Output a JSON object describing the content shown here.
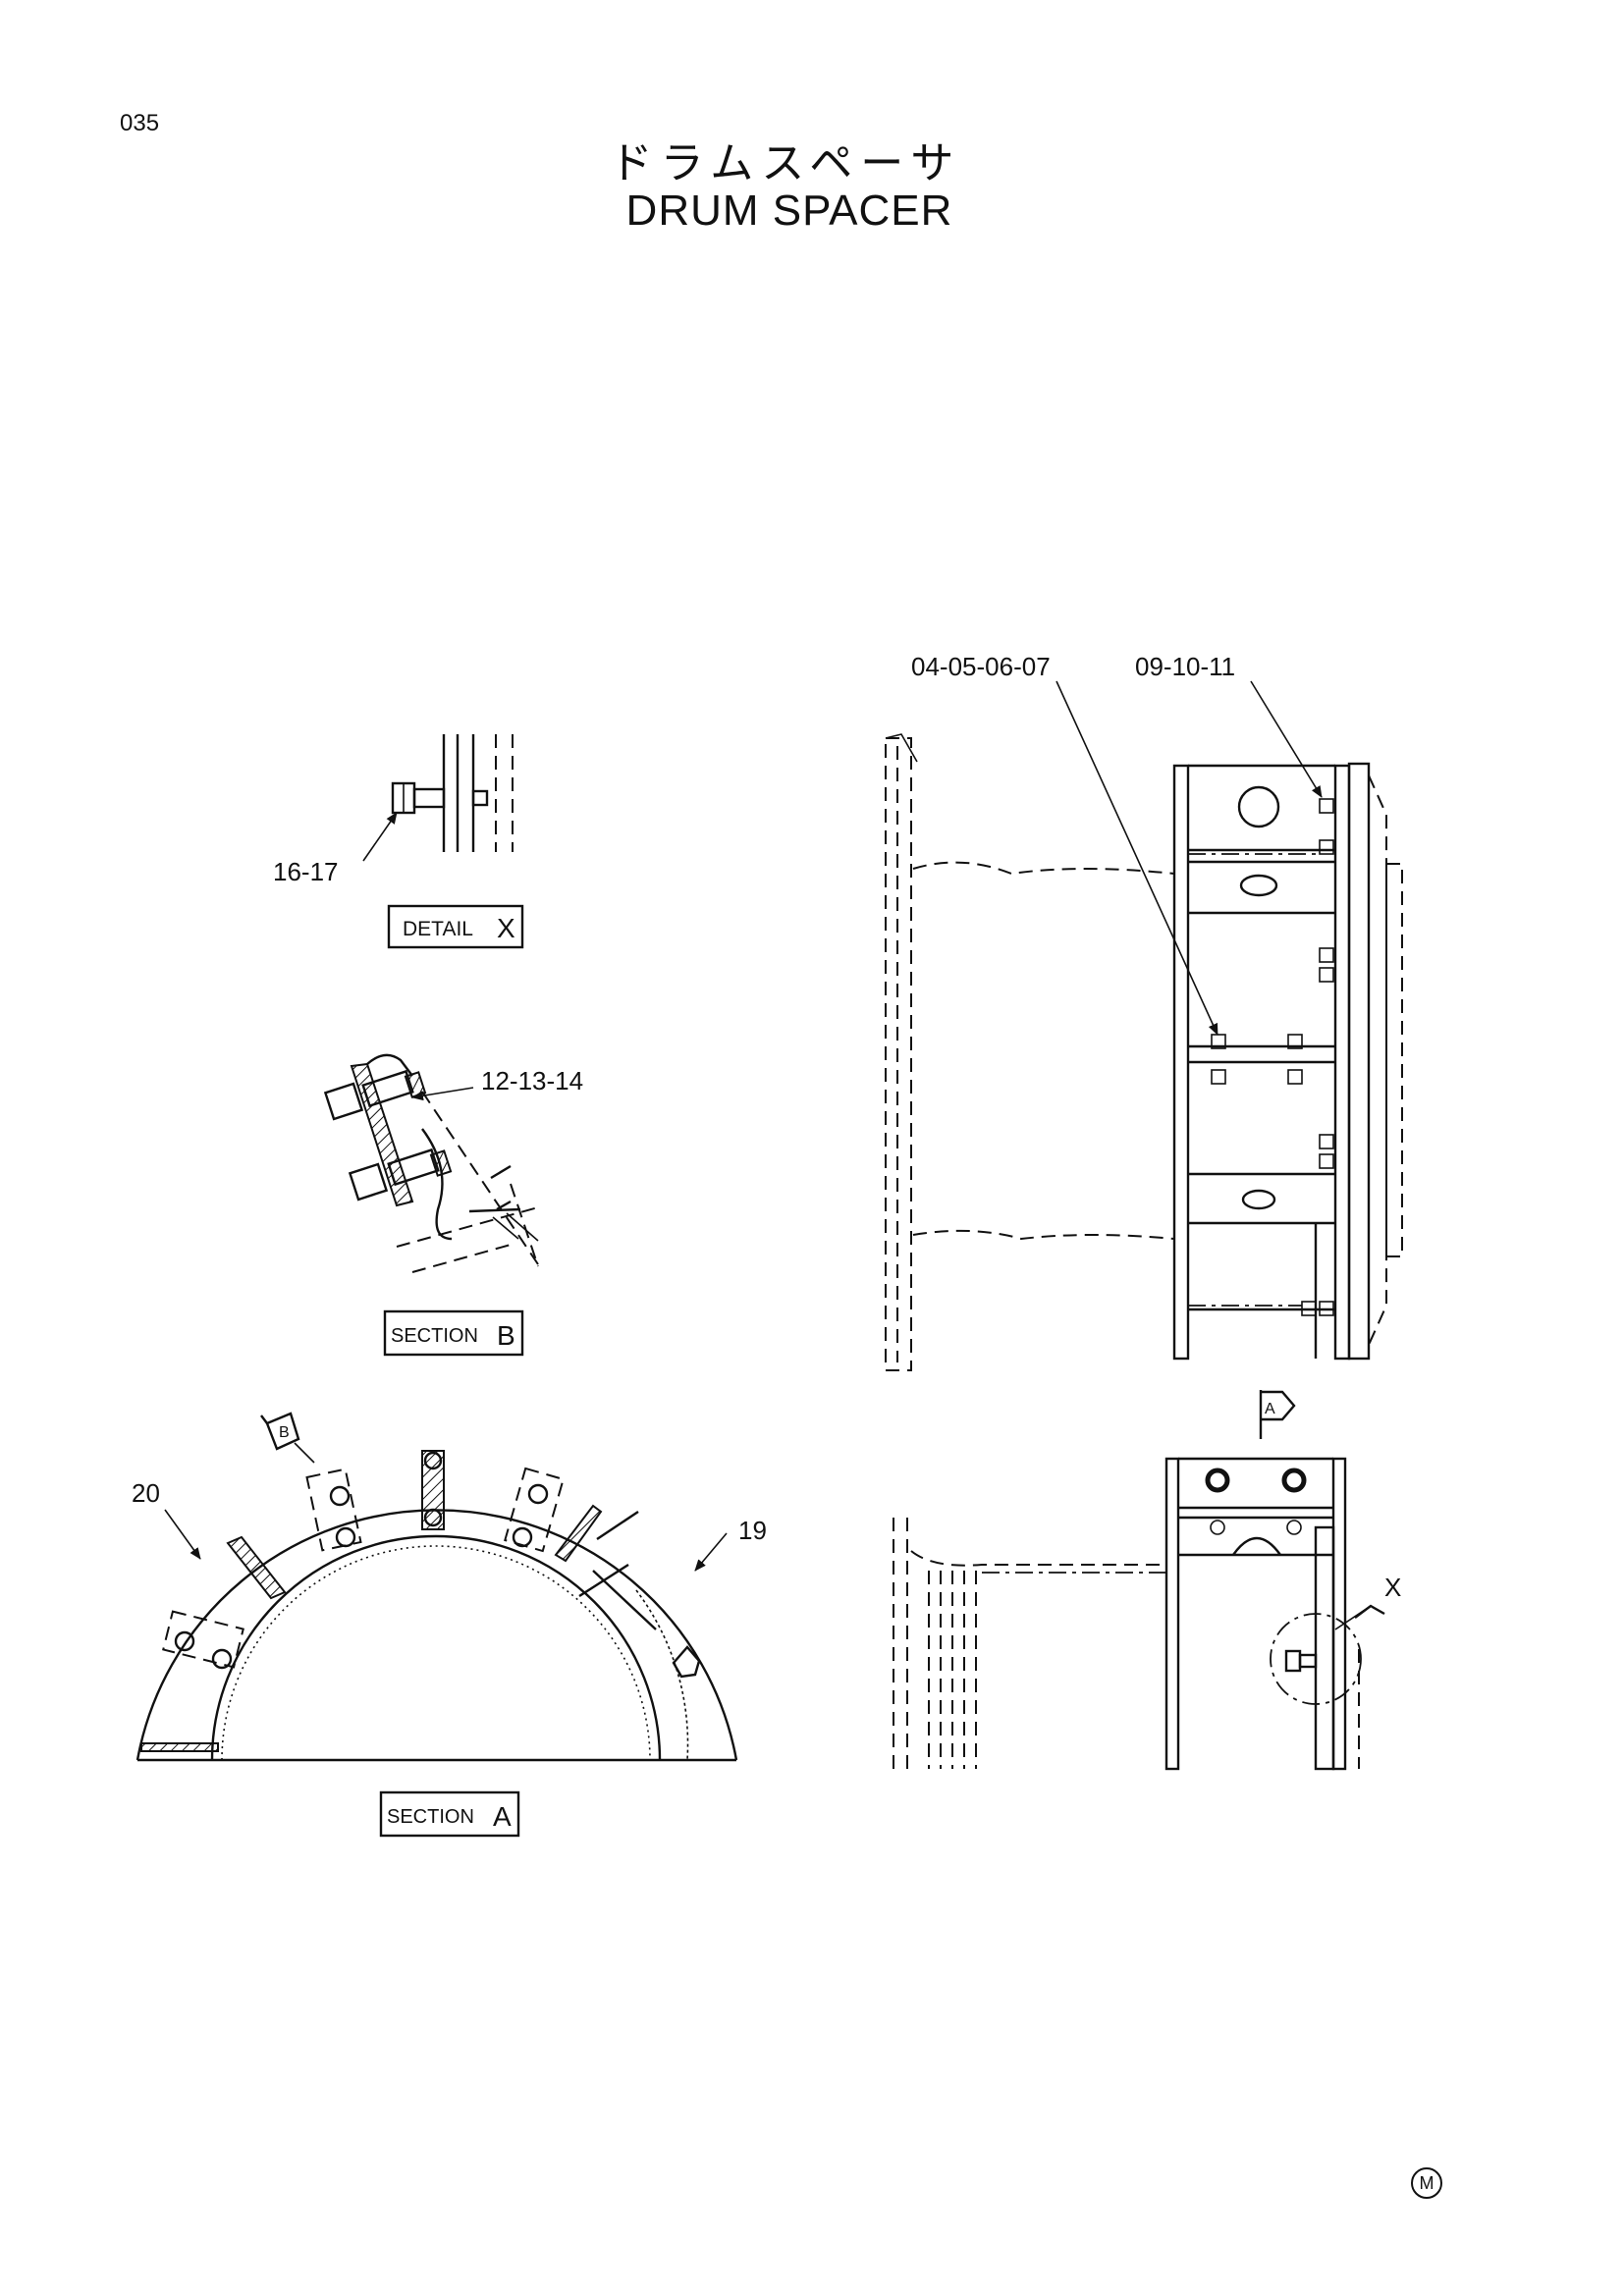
{
  "page_number": "035",
  "title_japanese": "ドラムスペーサ",
  "title_english": "DRUM SPACER",
  "callouts": {
    "part_16_17": "16-17",
    "part_12_13_14": "12-13-14",
    "part_20": "20",
    "part_19": "19",
    "part_04_05_06_07": "04-05-06-07",
    "part_09_10_11": "09-10-11"
  },
  "view_labels": {
    "detail_x_word": "DETAIL",
    "detail_x_letter": "X",
    "section_b_word": "SECTION",
    "section_b_letter": "B",
    "section_a_word": "SECTION",
    "section_a_letter": "A",
    "arrow_b": "B",
    "arrow_a": "A",
    "detail_mark_x": "X"
  },
  "corner_mark": "M"
}
